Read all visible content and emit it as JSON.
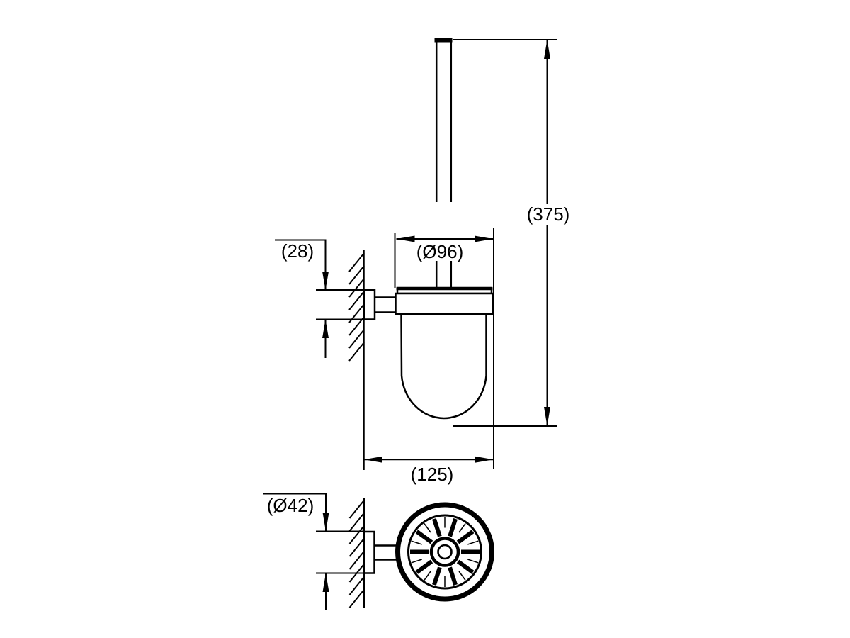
{
  "drawing": {
    "kind": "technical-dimension-drawing",
    "dimensions": {
      "overall_height": "(375)",
      "cup_diameter": "(Ø96)",
      "wall_plate_height": "(28)",
      "overall_depth": "(125)",
      "rosette_diameter": "(Ø42)"
    },
    "colors": {
      "line": "#000000",
      "background": "#ffffff"
    }
  }
}
